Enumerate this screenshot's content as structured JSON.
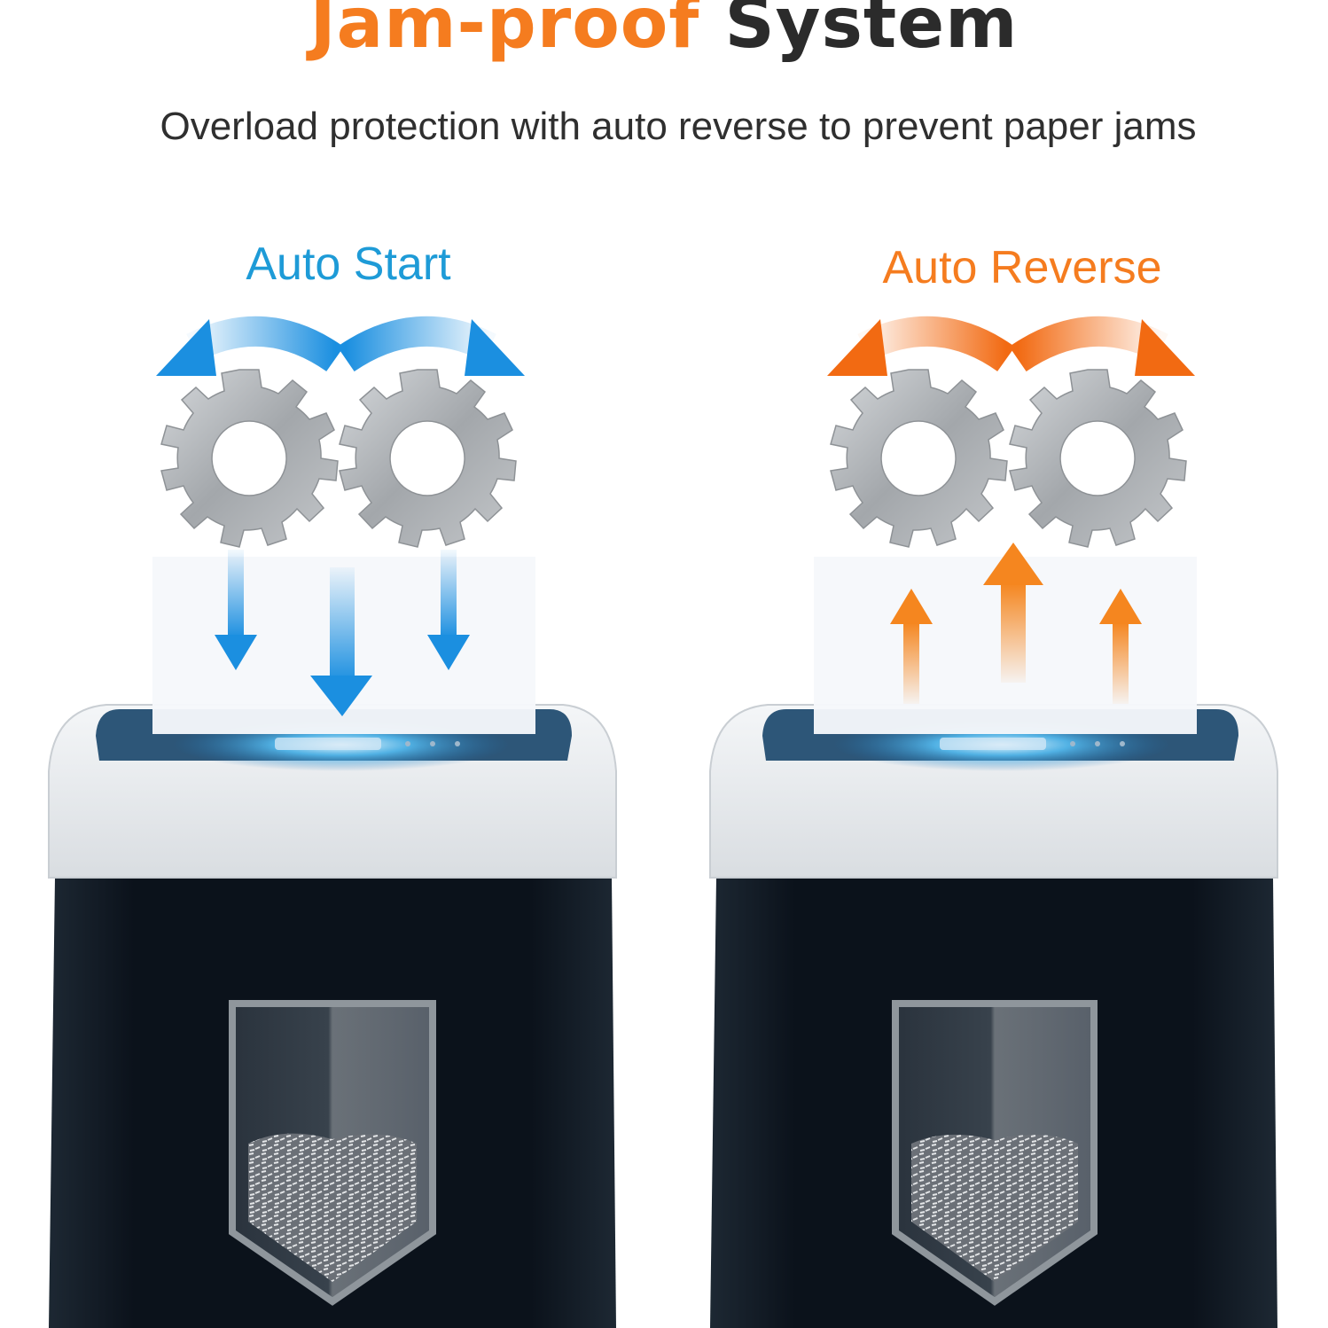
{
  "header": {
    "title_accent": "Jam-proof",
    "title_rest": "System",
    "subtitle": "Overload protection with auto reverse to prevent paper jams"
  },
  "panels": [
    {
      "label": "Auto Start",
      "label_color": "#1e9bd7",
      "direction": "down"
    },
    {
      "label": "Auto Reverse",
      "label_color": "#f57c1f",
      "direction": "up"
    }
  ],
  "colors": {
    "accent_orange": "#f57c1f",
    "accent_blue": "#1e9bd7",
    "shredder_body": "#0e1620",
    "shredder_lid": "#e9ecef",
    "gear": "#a9adb1"
  }
}
